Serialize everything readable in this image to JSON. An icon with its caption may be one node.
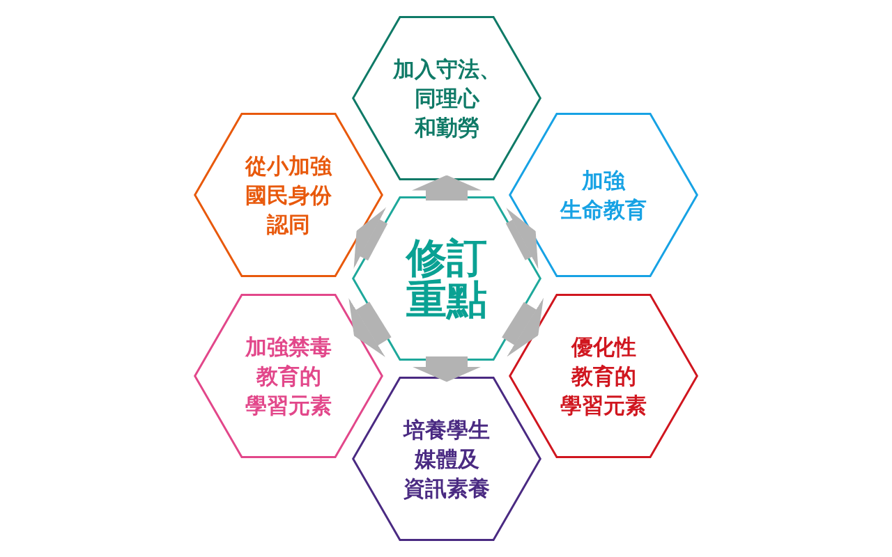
{
  "diagram": {
    "nodes": [
      {
        "text": [
          "加入守法、同理心和勤勞"
        ]
      },
      {
        "text": [
          "從小加強國民身份認同"
        ]
      },
      {
        "text": [
          "加強生命教育"
        ]
      },
      {
        "text": [
          "修訂重點"
        ]
      },
      {
        "text": [
          "加強禁毒教育的學習元素"
        ]
      },
      {
        "text": [
          "優化性教育的學習元素"
        ]
      },
      {
        "text": [
          "培養學生媒體及資訊素養"
        ]
      }
    ],
    "edges": [
      {
        "from": 3,
        "to": 0,
        "arrow": "to"
      },
      {
        "from": 3,
        "to": 2,
        "arrow": "to"
      },
      {
        "from": 3,
        "to": 5,
        "arrow": "to"
      },
      {
        "from": 3,
        "to": 6,
        "arrow": "to"
      },
      {
        "from": 3,
        "to": 4,
        "arrow": "to"
      },
      {
        "from": 3,
        "to": 1,
        "arrow": "to"
      }
    ]
  }
}
